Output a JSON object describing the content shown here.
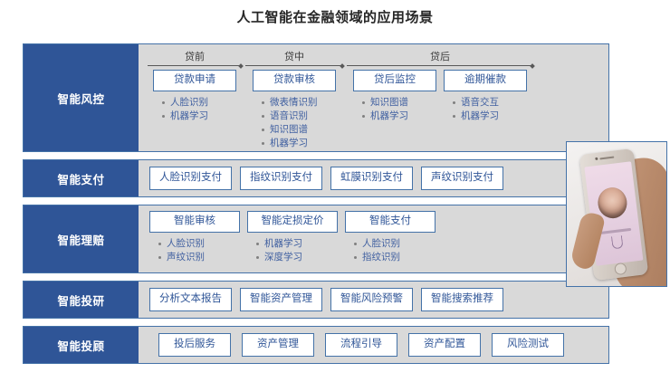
{
  "title": "人工智能在金融领域的应用场景",
  "rows": [
    {
      "label": "智能风控",
      "phases": [
        {
          "head": "贷前",
          "cards": [
            {
              "name": "贷款申请",
              "tags": [
                "人脸识别",
                "机器学习"
              ]
            }
          ]
        },
        {
          "head": "贷中",
          "cards": [
            {
              "name": "贷款审核",
              "tags": [
                "微表情识别",
                "语音识别",
                "知识图谱",
                "机器学习"
              ]
            }
          ]
        },
        {
          "head": "贷后",
          "cards": [
            {
              "name": "贷后监控",
              "tags": [
                "知识图谱",
                "机器学习"
              ]
            },
            {
              "name": "逾期催款",
              "tags": [
                "语音交互",
                "机器学习"
              ]
            }
          ]
        }
      ]
    },
    {
      "label": "智能支付",
      "chips": [
        "人脸识别支付",
        "指纹识别支付",
        "虹膜识别支付",
        "声纹识别支付"
      ]
    },
    {
      "label": "智能理赔",
      "cards": [
        {
          "name": "智能审核",
          "tags": [
            "人脸识别",
            "声纹识别"
          ]
        },
        {
          "name": "智能定损定价",
          "tags": [
            "机器学习",
            "深度学习"
          ]
        },
        {
          "name": "智能支付",
          "tags": [
            "人脸识别",
            "指纹识别"
          ]
        }
      ]
    },
    {
      "label": "智能投研",
      "chips": [
        "分析文本报告",
        "智能资产管理",
        "智能风险预警",
        "智能搜索推荐"
      ]
    },
    {
      "label": "智能投顾",
      "chips": [
        "投后服务",
        "资产管理",
        "流程引导",
        "资产配置",
        "风险测试"
      ]
    }
  ],
  "photo": {
    "alt": "手持手机进行人脸识别",
    "icons": [
      "phone-front-camera-icon",
      "phone-speaker-icon",
      "phone-home-button-icon",
      "face-recognition-oval-icon"
    ]
  },
  "colors": {
    "brand_blue": "#2f5597",
    "border_blue": "#4472a8",
    "panel_gray": "#d9d9d9",
    "chip_bg": "#ffffff",
    "text_dark": "#262626"
  }
}
